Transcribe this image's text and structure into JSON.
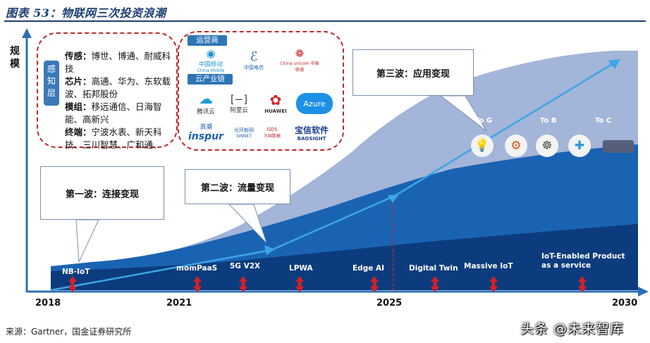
{
  "header": {
    "title": "图表 53：物联网三次投资浪潮"
  },
  "axis": {
    "y_label": "规模",
    "years": [
      "2018",
      "2021",
      "2025",
      "2030"
    ]
  },
  "sensing": {
    "tag": "感知层",
    "rows": [
      {
        "key": "传感：",
        "value": "博世、博通、耐威科技"
      },
      {
        "key": "芯片：",
        "value": "高通、华为、东软载波、拓邦股份"
      },
      {
        "key": "模组：",
        "value": "移远通信、日海智能、高新兴"
      },
      {
        "key": "终端：",
        "value": "宁波水表、新天科技、三川智慧、广和通、"
      }
    ]
  },
  "ecosystem": {
    "operators_tag": "运营商",
    "cloud_tag": "云产业链",
    "logos": {
      "cmcc": "中国移动",
      "cmcc_en": "China Mobile",
      "telecom": "中国电信",
      "unicom": "中国联通",
      "unicom_en": "China unicom",
      "tencent": "腾讯云",
      "aliyun": "阿里云",
      "huawei": "HUAWEI",
      "azure": "Azure",
      "inspur_cn": "浪潮",
      "inspur": "inspur",
      "sinnet": "光环新网",
      "sinnet_en": "SINNET",
      "wanguo": "万国数据",
      "wanguo_en": "GDS",
      "baosight_cn": "宝信软件",
      "baosight": "BAOSIGHT"
    }
  },
  "waves": [
    {
      "label": "第一波：连接变现"
    },
    {
      "label": "第二波：流量变现"
    },
    {
      "label": "第三波：应用变现"
    }
  ],
  "targets": [
    "To G",
    "To B",
    "To C"
  ],
  "milestones": [
    {
      "label": "NB-IoT"
    },
    {
      "label": "momPaaS"
    },
    {
      "label": "5G V2X"
    },
    {
      "label": "LPWA"
    },
    {
      "label": "Edge AI"
    },
    {
      "label": "Digital Twin"
    },
    {
      "label": "Massive IoT"
    },
    {
      "label": "IoT-Enabled Product as a service"
    }
  ],
  "icons": [
    "lightbulb-icon",
    "gear-wrench-icon",
    "steering-wheel-icon",
    "medical-kit-icon",
    "truck-icon"
  ],
  "colors": {
    "light": "#a3b5d8",
    "mid": "#1a63b3",
    "dark": "#0c3c7d",
    "arrow": "#3ca6e8",
    "dash": "#c0282b"
  },
  "source": "来源：Gartner，国金证券研究所",
  "watermark": "头条 @未来智库"
}
